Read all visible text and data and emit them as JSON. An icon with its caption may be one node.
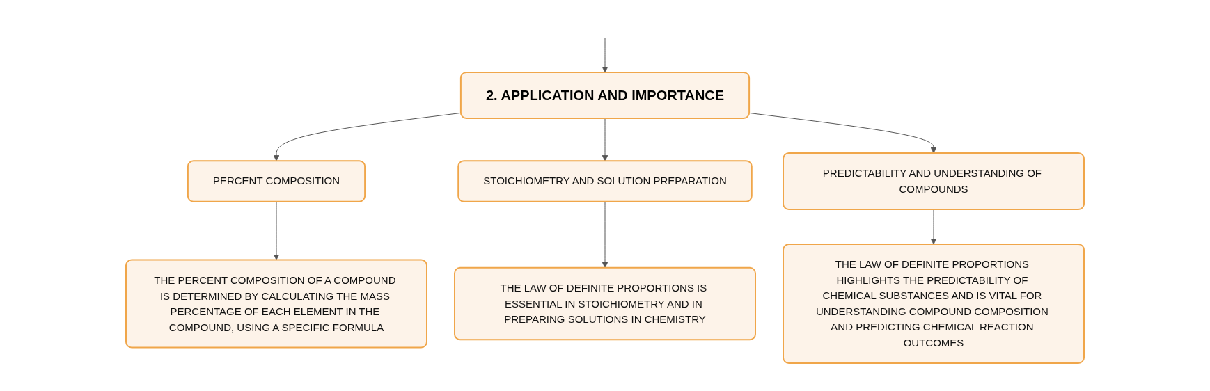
{
  "diagram": {
    "nodes": [
      {
        "text": [
          "2. APPLICATION AND IMPORTANCE"
        ]
      },
      {
        "text": [
          "PERCENT COMPOSITION"
        ]
      },
      {
        "text": [
          "STOICHIOMETRY AND SOLUTION PREPARATION"
        ]
      },
      {
        "text": [
          "PREDICTABILITY AND UNDERSTANDING OF COMPOUNDS"
        ]
      },
      {
        "text": [
          "THE PERCENT COMPOSITION OF A COMPOUND IS DETERMINED BY CALCULATING THE MASS PERCENTAGE OF EACH ELEMENT IN THE COMPOUND, USING A SPECIFIC FORMULA"
        ]
      },
      {
        "text": [
          "THE LAW OF DEFINITE PROPORTIONS IS ESSENTIAL IN STOICHIOMETRY AND IN PREPARING SOLUTIONS IN CHEMISTRY"
        ]
      },
      {
        "text": [
          "THE LAW OF DEFINITE PROPORTIONS HIGHLIGHTS THE PREDICTABILITY OF CHEMICAL SUBSTANCES AND IS VITAL FOR UNDERSTANDING COMPOUND COMPOSITION AND PREDICTING CHEMICAL REACTION OUTCOMES"
        ]
      }
    ],
    "edges": [
      {
        "from": null,
        "to": 0,
        "arrow": "to"
      },
      {
        "from": 0,
        "to": 1,
        "arrow": "to"
      },
      {
        "from": 0,
        "to": 2,
        "arrow": "to"
      },
      {
        "from": 0,
        "to": 3,
        "arrow": "to"
      },
      {
        "from": 1,
        "to": 4,
        "arrow": "to"
      },
      {
        "from": 2,
        "to": 5,
        "arrow": "to"
      },
      {
        "from": 3,
        "to": 6,
        "arrow": "to"
      }
    ]
  }
}
